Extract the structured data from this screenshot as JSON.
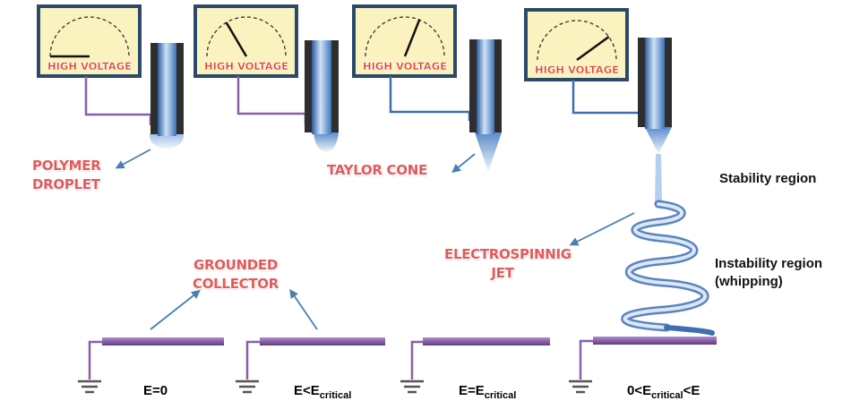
{
  "meters": [
    {
      "label": "HIGH VOLTAGE",
      "needle_level": 0.0
    },
    {
      "label": "HIGH VOLTAGE",
      "needle_level": 0.33
    },
    {
      "label": "HIGH VOLTAGE",
      "needle_level": 0.62
    },
    {
      "label": "HIGH VOLTAGE",
      "needle_level": 0.8
    }
  ],
  "labels": {
    "polymer_droplet_1": "POLYMER",
    "polymer_droplet_2": "DROPLET",
    "taylor_cone": "TAYLOR CONE",
    "stability_region": "Stability region",
    "instability_region_1": "Instability region",
    "instability_region_2": "(whipping)",
    "electrospinning_jet_1": "ELECTROSPINNIG",
    "electrospinning_jet_2": "JET",
    "grounded_collector_1": "GROUNDED",
    "grounded_collector_2": "COLLECTOR"
  },
  "conditions": [
    {
      "pre": "E=0",
      "sub": "",
      "post": ""
    },
    {
      "pre": "E<E",
      "sub": "critical",
      "post": ""
    },
    {
      "pre": "E=E",
      "sub": "critical",
      "post": ""
    },
    {
      "pre": "0<E",
      "sub": "critical",
      "post": "<E"
    }
  ],
  "colors": {
    "meter_frame": "#2b4a6b",
    "meter_face": "#fbf3bf",
    "needle": "#111111",
    "meter_text": "#e0403a",
    "nozzle_glass": "#3a6fb5",
    "collector": "#8a5fa8",
    "arrow": "#4a7fb5",
    "red_label": "#e25a5a"
  }
}
